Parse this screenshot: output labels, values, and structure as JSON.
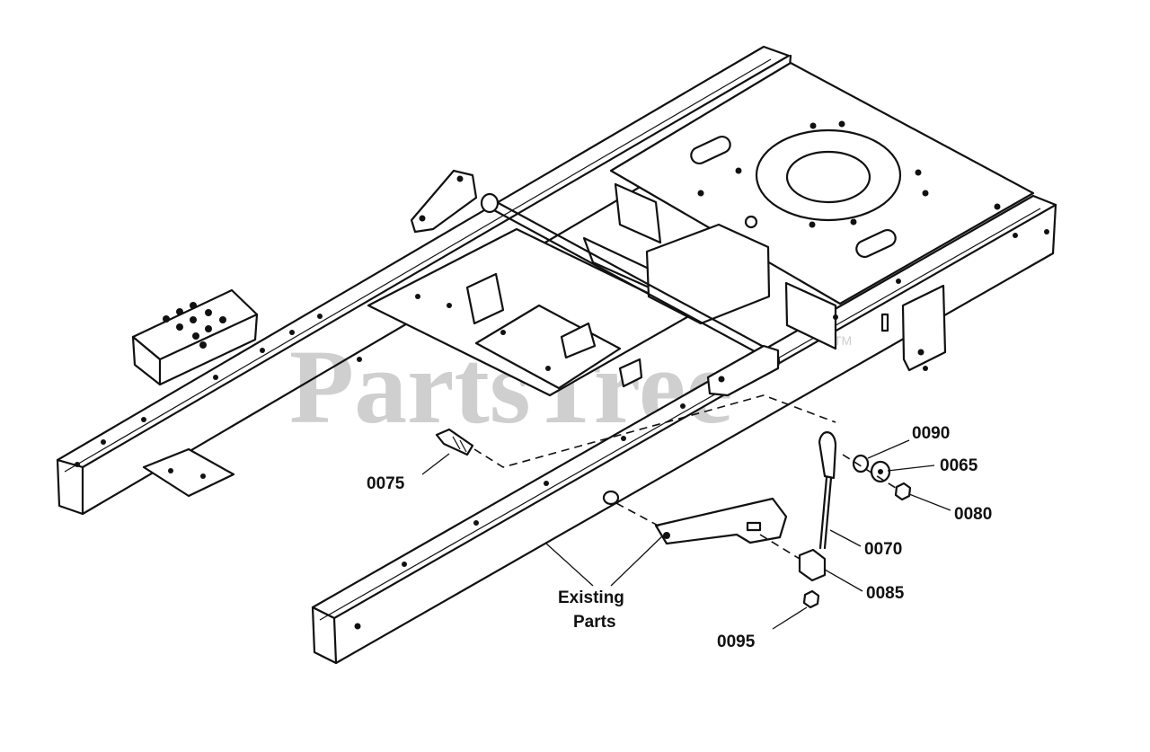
{
  "watermark": {
    "text": "PartsTree",
    "tm": "TM"
  },
  "callouts": {
    "c0075": "0075",
    "c0090": "0090",
    "c0065": "0065",
    "c0080": "0080",
    "c0070": "0070",
    "c0085": "0085",
    "c0095": "0095",
    "existing_line1": "Existing",
    "existing_line2": "Parts"
  }
}
